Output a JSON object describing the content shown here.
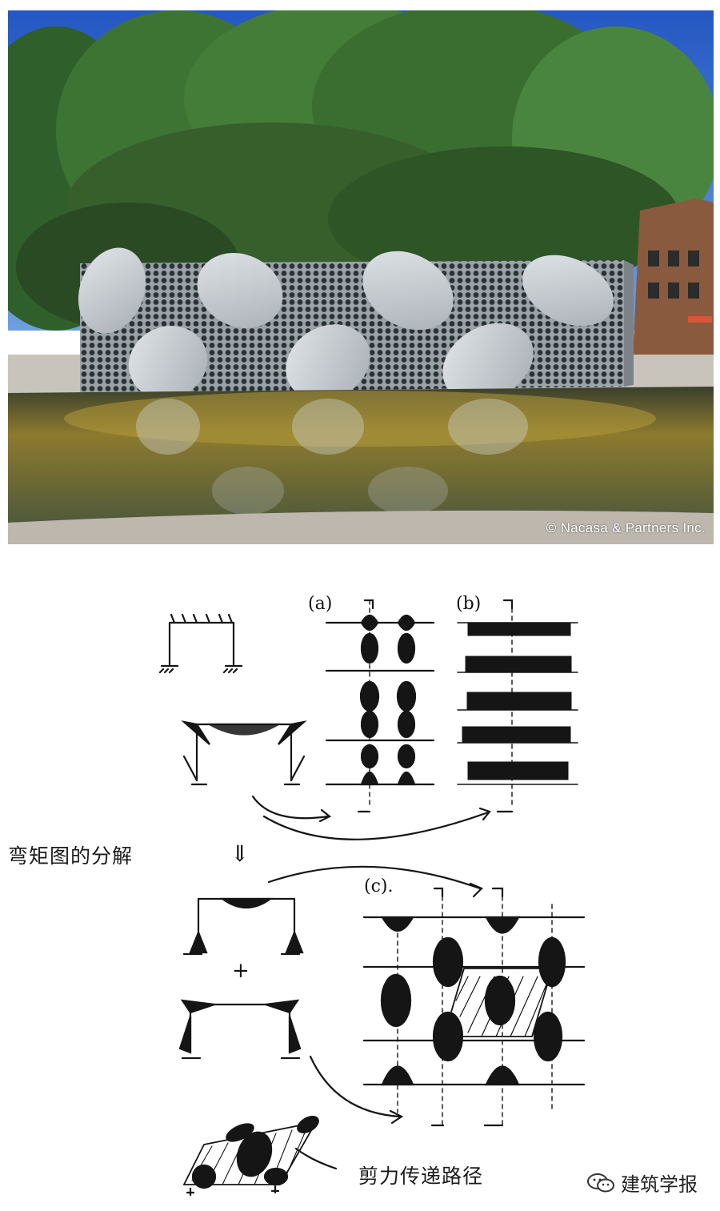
{
  "photo": {
    "credit": "© Nacasa & Partners Inc."
  },
  "diagram": {
    "label_a": "(a)",
    "label_b": "(b)",
    "label_c": "(c).",
    "plus": "+",
    "down_arrow": "⇓",
    "moment_decomposition": "弯矩图的分解",
    "shear_path": "剪力传递路径"
  },
  "watermark": {
    "icon": "wechat-icon",
    "text": "建筑学报"
  },
  "colors": {
    "sky": "#2f64c8",
    "foliage": "#3f7a33",
    "panel": "#c8cdd2",
    "water": "#7a6a2a",
    "ink": "#151515"
  }
}
